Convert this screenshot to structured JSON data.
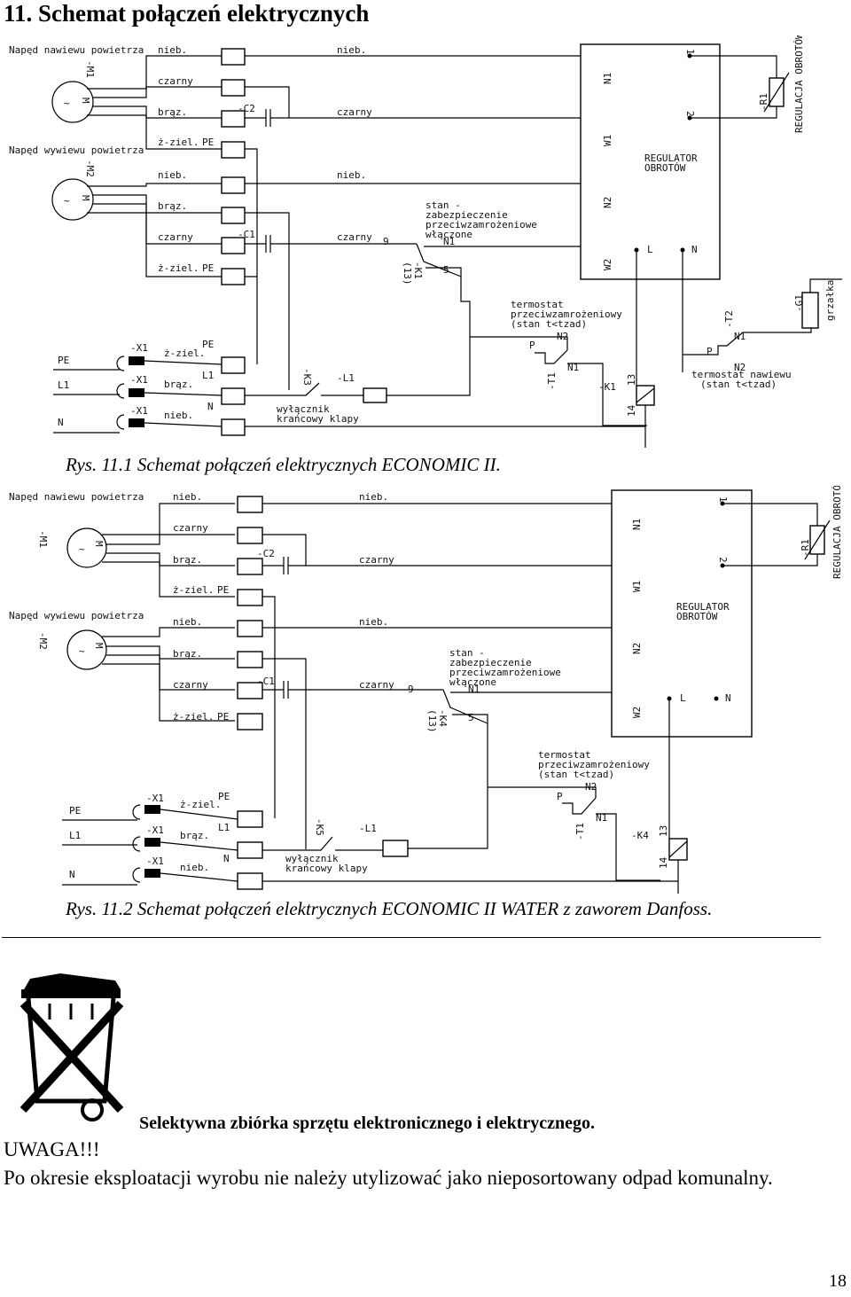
{
  "page": {
    "title": "11. Schemat połączeń elektrycznych",
    "caption1": "Rys. 11.1 Schemat połączeń elektrycznych ECONOMIC II.",
    "caption2": "Rys. 11.2 Schemat połączeń elektrycznych ECONOMIC II WATER z zaworem Danfoss.",
    "recycle_note": "Selektywna zbiórka sprzętu elektronicznego i elektrycznego.",
    "warning": "UWAGA!!!",
    "warning_text": "Po okresie eksploatacji wyrobu nie należy utylizować jako nieposortowany odpad komunalny.",
    "page_number": "18",
    "bin_icon": "crossed-out-wheelie-bin-icon"
  },
  "diagram1": {
    "motor1_label": "Napęd nawiewu powietrza",
    "motor2_label": "Napęd wywiewu powietrza",
    "m1": "-M1",
    "m2": "-M2",
    "m": "M",
    "nieb": "nieb.",
    "czarny": "czarny",
    "braz": "brąz.",
    "zziel": "ż-ziel.",
    "pe": "PE",
    "c1": "-C1",
    "c2": "-C2",
    "stan1": "stan -",
    "stan2": "zabezpieczenie",
    "stan3": "przeciwzamrożeniowe",
    "stan4": "włączone",
    "k1": "-K1",
    "k1_13": "(13)",
    "k1b": "-K1",
    "n9": "9",
    "n1": "N1",
    "n5": "5",
    "n2": "N2",
    "n13": "13",
    "n14": "14",
    "termo1": "termostat",
    "termo2": "przeciwzamrożeniowy",
    "termo3": "(stan t<tzad)",
    "p": "P",
    "t1": "-T1",
    "t2": "-T2",
    "termo_naw1": "termostat nawiewu",
    "termo_naw2": "(stan t<tzad)",
    "x1": "-X1",
    "l1": "L1",
    "n": "N",
    "k3": "-K3",
    "l1b": "-L1",
    "wyl1": "wyłącznik",
    "wyl2": "krańcowy klapy",
    "reg1": "REGULATOR",
    "reg2": "OBROTÓW",
    "w1": "W1",
    "w2": "W2",
    "l": "L",
    "one": "1",
    "two": "2",
    "r1": "-R1",
    "reg_obr": "REGULACJA OBROTÓW",
    "g1": "-G1",
    "grzalka": "grzałka"
  },
  "diagram2": {
    "k4": "-K4",
    "k5": "-K5"
  }
}
